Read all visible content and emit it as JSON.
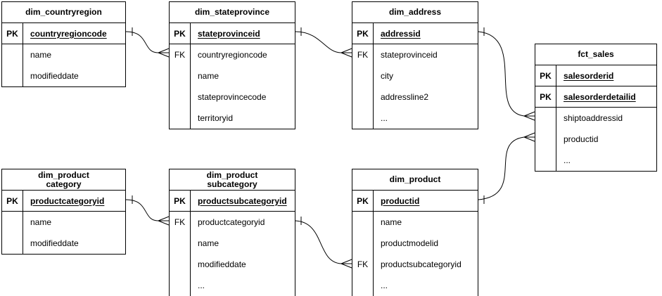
{
  "diagram": {
    "type": "entity-relationship-diagram",
    "colors": {
      "line": "#000000",
      "background": "#ffffff",
      "text": "#000000"
    },
    "tables": [
      {
        "title": "dim_countryregion",
        "pk_rows": [
          {
            "key": "PK",
            "field": "countryregioncode"
          }
        ],
        "body_rows": [
          {
            "key": "",
            "field": "name"
          },
          {
            "key": "",
            "field": "modifieddate"
          }
        ]
      },
      {
        "title": "dim_stateprovince",
        "pk_rows": [
          {
            "key": "PK",
            "field": "stateprovinceid"
          }
        ],
        "body_rows": [
          {
            "key": "FK",
            "field": "countryregioncode"
          },
          {
            "key": "",
            "field": "name"
          },
          {
            "key": "",
            "field": "stateprovincecode"
          },
          {
            "key": "",
            "field": "territoryid"
          }
        ]
      },
      {
        "title": "dim_address",
        "pk_rows": [
          {
            "key": "PK",
            "field": "addressid"
          }
        ],
        "body_rows": [
          {
            "key": "FK",
            "field": "stateprovinceid"
          },
          {
            "key": "",
            "field": "city"
          },
          {
            "key": "",
            "field": "addressline2"
          },
          {
            "key": "",
            "field": "..."
          }
        ]
      },
      {
        "title": "fct_sales",
        "pk_rows": [
          {
            "key": "PK",
            "field": "salesorderid"
          },
          {
            "key": "PK",
            "field": "salesorderdetailid"
          }
        ],
        "body_rows": [
          {
            "key": "",
            "field": "shiptoaddressid"
          },
          {
            "key": "",
            "field": "productid"
          },
          {
            "key": "",
            "field": "..."
          }
        ]
      },
      {
        "title": "dim_product\ncategory",
        "pk_rows": [
          {
            "key": "PK",
            "field": "productcategoryid"
          }
        ],
        "body_rows": [
          {
            "key": "",
            "field": "name"
          },
          {
            "key": "",
            "field": "modifieddate"
          }
        ]
      },
      {
        "title": "dim_product\nsubcategory",
        "pk_rows": [
          {
            "key": "PK",
            "field": "productsubcategoryid"
          }
        ],
        "body_rows": [
          {
            "key": "FK",
            "field": "productcategoryid"
          },
          {
            "key": "",
            "field": "name"
          },
          {
            "key": "",
            "field": "modifieddate"
          },
          {
            "key": "",
            "field": "..."
          }
        ]
      },
      {
        "title": "dim_product",
        "pk_rows": [
          {
            "key": "PK",
            "field": "productid"
          }
        ],
        "body_rows": [
          {
            "key": "",
            "field": "name"
          },
          {
            "key": "",
            "field": "productmodelid"
          },
          {
            "key": "FK",
            "field": "productsubcategoryid"
          },
          {
            "key": "",
            "field": "..."
          }
        ]
      }
    ],
    "relationships": [
      {
        "from": "dim_countryregion.countryregioncode",
        "to": "dim_stateprovince.countryregioncode",
        "cardinality": "one-to-many"
      },
      {
        "from": "dim_stateprovince.stateprovinceid",
        "to": "dim_address.stateprovinceid",
        "cardinality": "one-to-many"
      },
      {
        "from": "dim_address.addressid",
        "to": "fct_sales.shiptoaddressid",
        "cardinality": "one-to-many"
      },
      {
        "from": "dim_product.productid",
        "to": "fct_sales.productid",
        "cardinality": "one-to-many"
      },
      {
        "from": "dim_product category.productcategoryid",
        "to": "dim_product subcategory.productcategoryid",
        "cardinality": "one-to-many"
      },
      {
        "from": "dim_product subcategory.productsubcategoryid",
        "to": "dim_product.productsubcategoryid",
        "cardinality": "one-to-many"
      }
    ]
  }
}
